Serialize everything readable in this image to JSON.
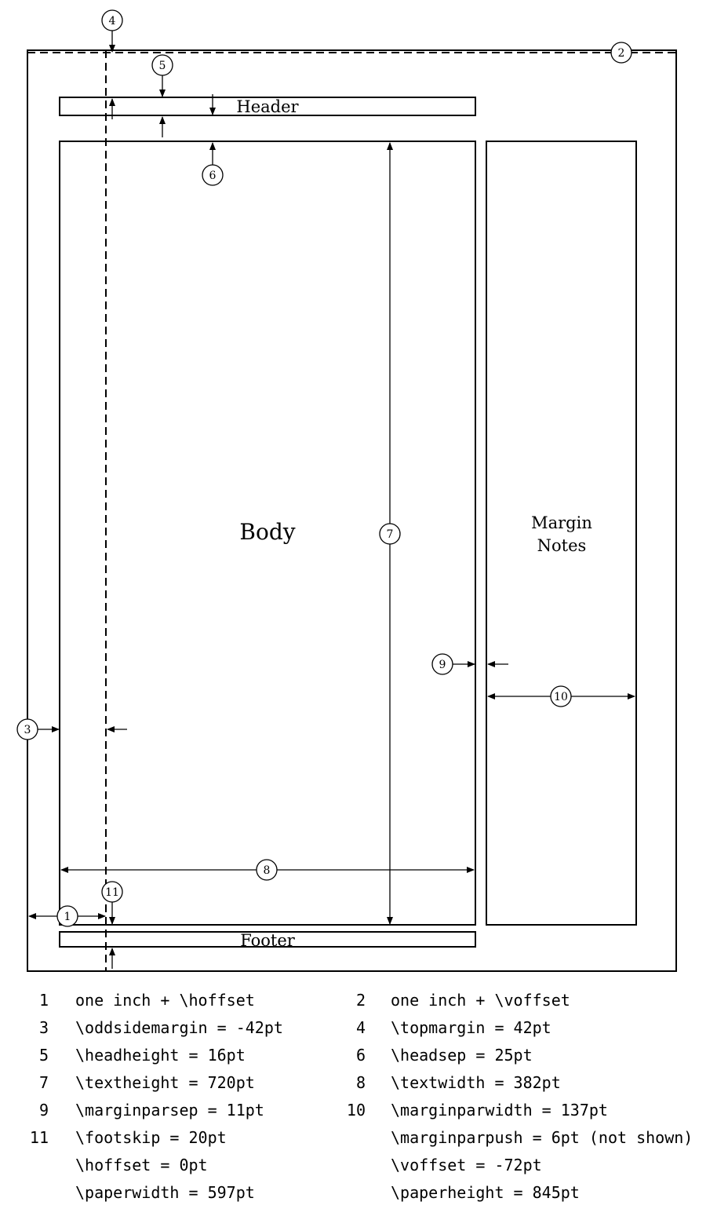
{
  "labels": {
    "header": "Header",
    "body": "Body",
    "margin_notes_line1": "Margin",
    "margin_notes_line2": "Notes",
    "footer": "Footer"
  },
  "markers": [
    "1",
    "2",
    "3",
    "4",
    "5",
    "6",
    "7",
    "8",
    "9",
    "10",
    "11"
  ],
  "legend": [
    {
      "num": "1",
      "text": "one inch + \\hoffset"
    },
    {
      "num": "2",
      "text": "one inch + \\voffset"
    },
    {
      "num": "3",
      "text": "\\oddsidemargin = -42pt"
    },
    {
      "num": "4",
      "text": "\\topmargin = 42pt"
    },
    {
      "num": "5",
      "text": "\\headheight = 16pt"
    },
    {
      "num": "6",
      "text": "\\headsep = 25pt"
    },
    {
      "num": "7",
      "text": "\\textheight = 720pt"
    },
    {
      "num": "8",
      "text": "\\textwidth = 382pt"
    },
    {
      "num": "9",
      "text": "\\marginparsep = 11pt"
    },
    {
      "num": "10",
      "text": "\\marginparwidth = 137pt"
    },
    {
      "num": "11",
      "text": "\\footskip = 20pt"
    },
    {
      "num": "",
      "text": "\\marginparpush = 6pt (not shown)"
    },
    {
      "num": "",
      "text": "\\hoffset = 0pt"
    },
    {
      "num": "",
      "text": "\\voffset = -72pt"
    },
    {
      "num": "",
      "text": "\\paperwidth = 597pt"
    },
    {
      "num": "",
      "text": "\\paperheight = 845pt"
    }
  ]
}
